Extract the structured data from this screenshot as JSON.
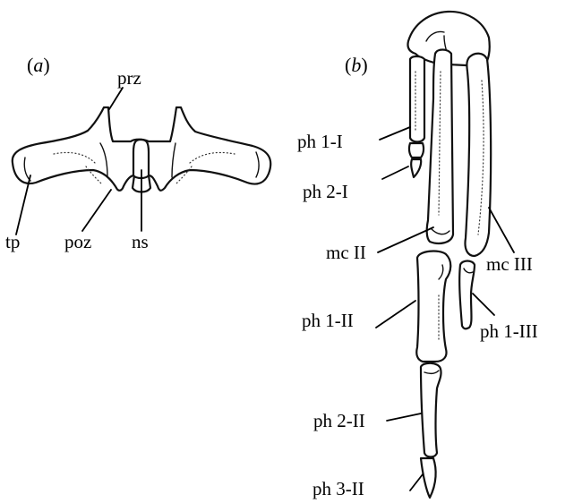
{
  "panels": {
    "a": {
      "open": "(",
      "letter": "a",
      "close": ")"
    },
    "b": {
      "open": "(",
      "letter": "b",
      "close": ")"
    }
  },
  "labels_a": {
    "prz": "prz",
    "tp": "tp",
    "poz": "poz",
    "ns": "ns"
  },
  "labels_b": {
    "ph1_I": "ph 1-I",
    "ph2_I": "ph 2-I",
    "mc_II": "mc II",
    "mc_III": "mc III",
    "ph1_II": "ph 1-II",
    "ph1_III": "ph 1-III",
    "ph2_II": "ph 2-II",
    "ph3_II": "ph 3-II"
  }
}
